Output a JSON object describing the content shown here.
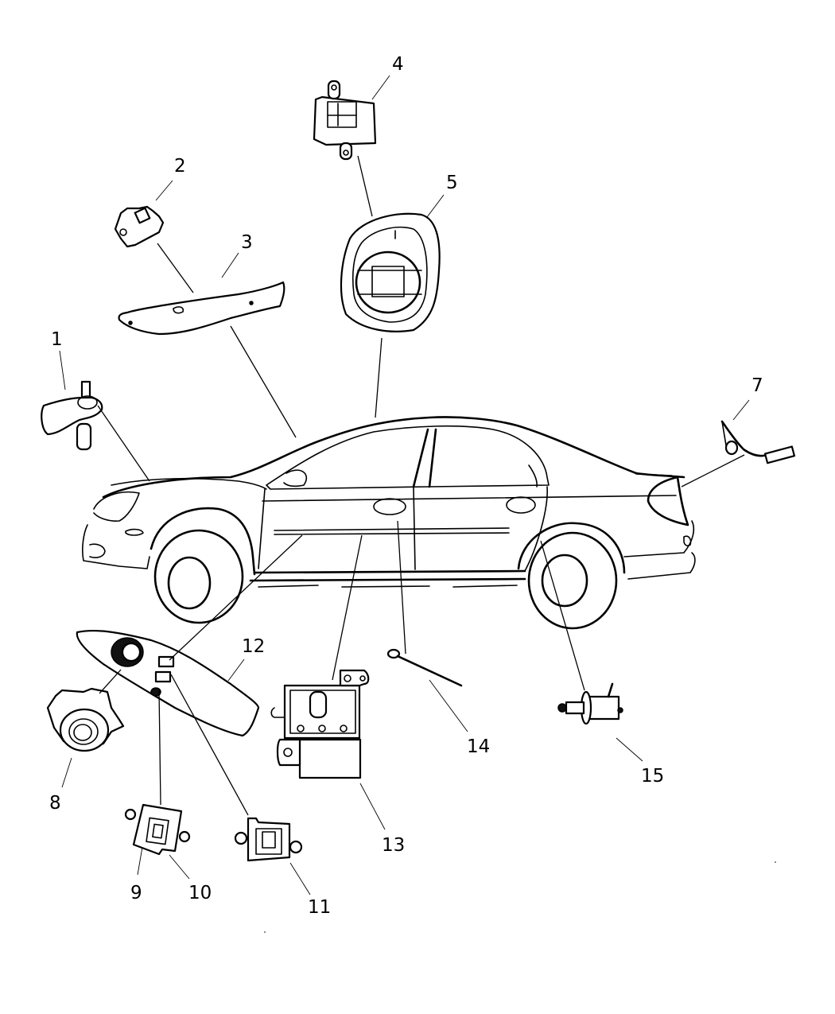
{
  "diagram": {
    "type": "exploded-parts-diagram",
    "subject": "sedan body electrical / switch components",
    "line_color": "#000000",
    "background_color": "#ffffff",
    "callouts": [
      {
        "id": "1",
        "label": "1",
        "part": "bracket sensor"
      },
      {
        "id": "2",
        "label": "2",
        "part": "switch"
      },
      {
        "id": "3",
        "label": "3",
        "part": "trim panel"
      },
      {
        "id": "4",
        "label": "4",
        "part": "switch module"
      },
      {
        "id": "5",
        "label": "5",
        "part": "dome/overhead console module"
      },
      {
        "id": "7",
        "label": "7",
        "part": "wiring sensor"
      },
      {
        "id": "8",
        "label": "8",
        "part": "rotary switch"
      },
      {
        "id": "9",
        "label": "9",
        "part": "window switch"
      },
      {
        "id": "10",
        "label": "10",
        "part": "switch housing"
      },
      {
        "id": "11",
        "label": "11",
        "part": "window switch"
      },
      {
        "id": "12",
        "label": "12",
        "part": "door armrest bezel"
      },
      {
        "id": "13",
        "label": "13",
        "part": "control module"
      },
      {
        "id": "14",
        "label": "14",
        "part": "rod / pin"
      },
      {
        "id": "15",
        "label": "15",
        "part": "door jamb switch"
      }
    ]
  }
}
